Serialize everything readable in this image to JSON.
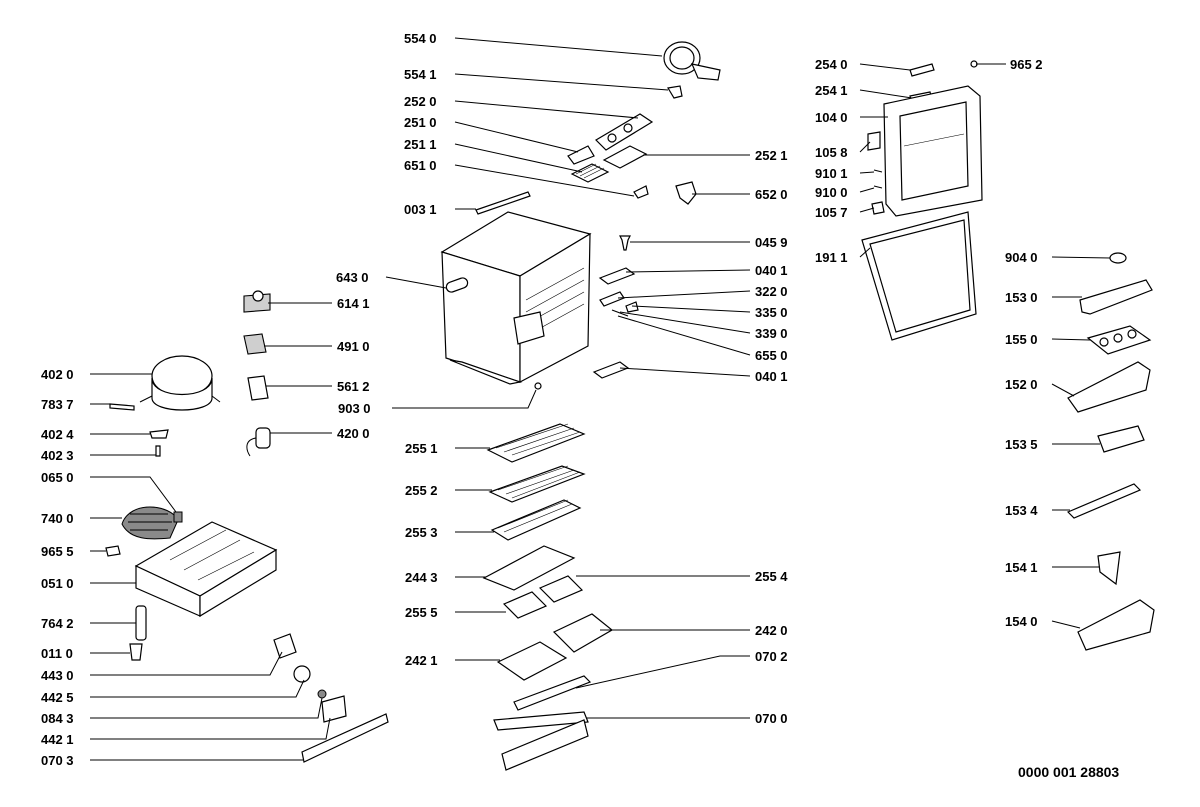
{
  "diagram_id": "0000 001 28803",
  "callouts": [
    {
      "label": "554 0"
    },
    {
      "label": "554 1"
    },
    {
      "label": "252 0"
    },
    {
      "label": "251 0"
    },
    {
      "label": "251 1"
    },
    {
      "label": "252 1"
    },
    {
      "label": "651 0"
    },
    {
      "label": "652 0"
    },
    {
      "label": "003 1"
    },
    {
      "label": "045 9"
    },
    {
      "label": "643 0"
    },
    {
      "label": "040 1"
    },
    {
      "label": "614 1"
    },
    {
      "label": "322 0"
    },
    {
      "label": "335 0"
    },
    {
      "label": "339 0"
    },
    {
      "label": "491 0"
    },
    {
      "label": "655 0"
    },
    {
      "label": "040 1"
    },
    {
      "label": "561 2"
    },
    {
      "label": "903 0"
    },
    {
      "label": "420 0"
    },
    {
      "label": "402 0"
    },
    {
      "label": "783 7"
    },
    {
      "label": "402 4"
    },
    {
      "label": "402 3"
    },
    {
      "label": "065 0"
    },
    {
      "label": "740 0"
    },
    {
      "label": "965 5"
    },
    {
      "label": "051 0"
    },
    {
      "label": "764 2"
    },
    {
      "label": "011 0"
    },
    {
      "label": "443 0"
    },
    {
      "label": "442 5"
    },
    {
      "label": "084 3"
    },
    {
      "label": "442 1"
    },
    {
      "label": "070 3"
    },
    {
      "label": "255 1"
    },
    {
      "label": "255 2"
    },
    {
      "label": "255 3"
    },
    {
      "label": "244 3"
    },
    {
      "label": "255 4"
    },
    {
      "label": "255 5"
    },
    {
      "label": "242 0"
    },
    {
      "label": "242 1"
    },
    {
      "label": "070 2"
    },
    {
      "label": "070 0"
    },
    {
      "label": "254 0"
    },
    {
      "label": "965 2"
    },
    {
      "label": "254 1"
    },
    {
      "label": "104 0"
    },
    {
      "label": "105 8"
    },
    {
      "label": "910 1"
    },
    {
      "label": "910 0"
    },
    {
      "label": "105 7"
    },
    {
      "label": "191 1"
    },
    {
      "label": "904 0"
    },
    {
      "label": "153 0"
    },
    {
      "label": "155 0"
    },
    {
      "label": "152 0"
    },
    {
      "label": "153 5"
    },
    {
      "label": "153 4"
    },
    {
      "label": "154 1"
    },
    {
      "label": "154 0"
    }
  ]
}
